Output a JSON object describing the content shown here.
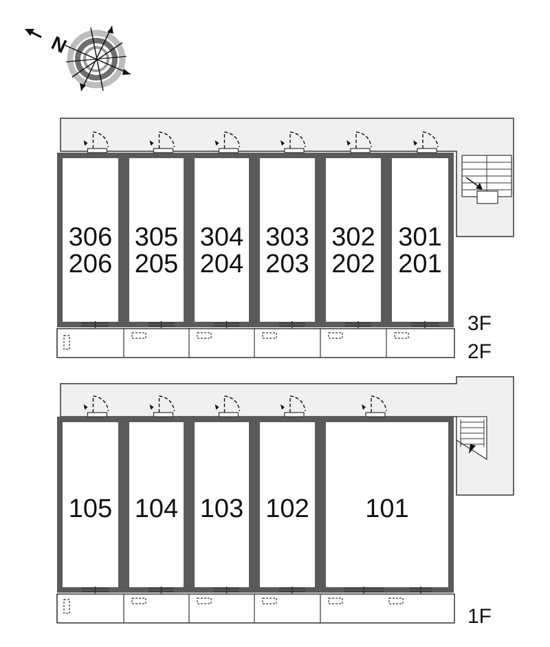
{
  "compass": {
    "label": "N",
    "icon": "compass-rose-icon"
  },
  "upper_block": {
    "rooms": [
      {
        "top": "306",
        "bottom": "206"
      },
      {
        "top": "305",
        "bottom": "205"
      },
      {
        "top": "304",
        "bottom": "204"
      },
      {
        "top": "303",
        "bottom": "203"
      },
      {
        "top": "302",
        "bottom": "202"
      },
      {
        "top": "301",
        "bottom": "201"
      }
    ],
    "floor_labels": [
      "3F",
      "2F"
    ]
  },
  "lower_block": {
    "rooms": [
      "105",
      "104",
      "103",
      "102",
      "101"
    ],
    "floor_label": "1F"
  },
  "colors": {
    "wall": "#5a5a5a",
    "corridor": "#f0f0f0",
    "line": "#333333",
    "compass_ring_dark": "#6e6e6e",
    "compass_ring_light": "#bdbdbd"
  }
}
